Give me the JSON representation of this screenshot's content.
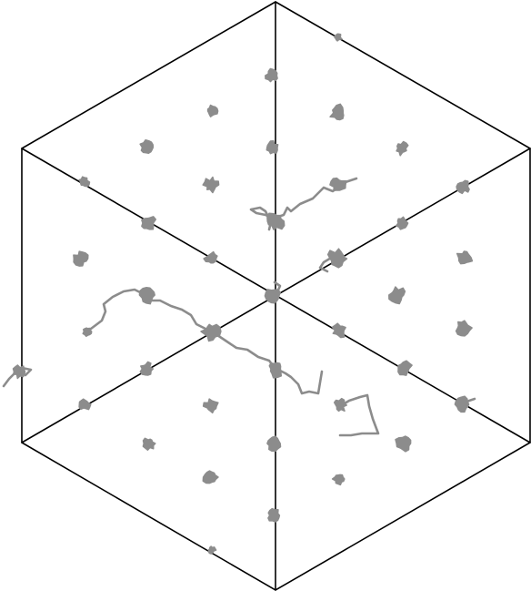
{
  "figure": {
    "kind": "hexagonal-cube-projection",
    "description_visible_text": [],
    "colors": {
      "background": "#ffffff",
      "cube_edges": "#000000",
      "particles": "#8c8c8c"
    },
    "particle_count": 47,
    "trajectory_count": 4
  }
}
